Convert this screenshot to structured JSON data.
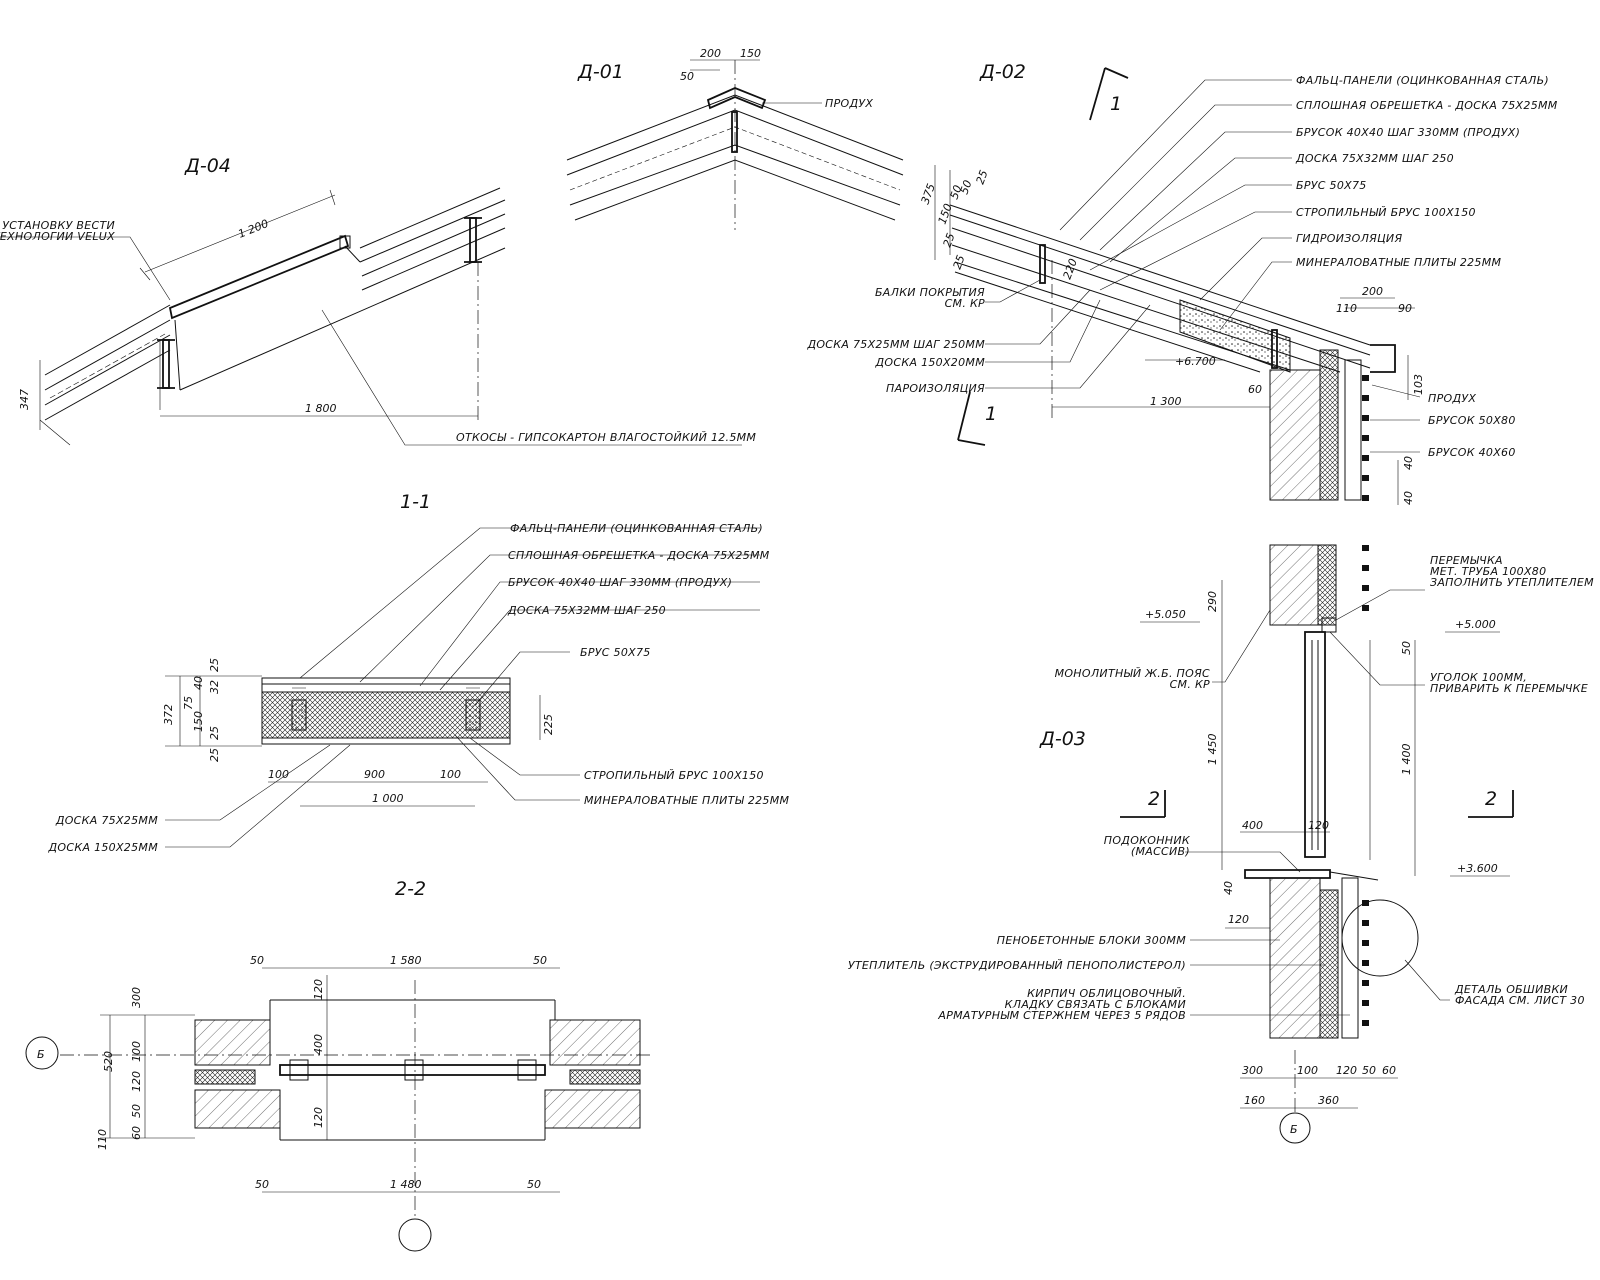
{
  "details": {
    "d01": {
      "title": "Д-01",
      "dims": [
        "200",
        "150",
        "50"
      ],
      "labels": {
        "produkh": "ПРОДУХ"
      }
    },
    "d02": {
      "title": "Д-02",
      "labels": [
        "ФАЛЬЦ-ПАНЕЛИ (ОЦИНКОВАННАЯ СТАЛЬ)",
        "СПЛОШНАЯ ОБРЕШЕТКА - ДОСКА 75X25ММ",
        "БРУСОК 40X40 ШАГ 330ММ (ПРОДУХ)",
        "ДОСКА 75X32ММ ШАГ 250",
        "БРУС 50X75",
        "СТРОПИЛЬНЫЙ БРУС 100X150",
        "ГИДРОИЗОЛЯЦИЯ",
        "МИНЕРАЛОВАТНЫЕ ПЛИТЫ 225ММ"
      ],
      "left_labels": {
        "beams_1": "БАЛКИ ПОКРЫТИЯ",
        "beams_2": "СМ. КР",
        "board_1": "ДОСКА 75X25ММ ШАГ 250ММ",
        "board_2": "ДОСКА 150X20ММ",
        "vapor": "ПАРОИЗОЛЯЦИЯ"
      },
      "right_labels": {
        "produkh": "ПРОДУХ",
        "brusok_50": "БРУСОК 50Х80",
        "brusok_40": "БРУСОК 40Х60"
      },
      "dims": {
        "d375": "375",
        "d150": "150",
        "d25a": "25",
        "d25b": "25",
        "d50a": "50",
        "d50b": "50",
        "d25c": "25",
        "d220": "220",
        "d200": "200",
        "d110": "110",
        "d90": "90",
        "d103": "103",
        "d1300": "1 300",
        "d60": "60",
        "d40a": "40",
        "d40b": "40"
      },
      "level": "+6.700",
      "cut_mark": "1"
    },
    "d03": {
      "title": "Д-03",
      "levels": [
        "+5.050",
        "+5.000",
        "+3.600"
      ],
      "labels": {
        "peremychka_1": "ПЕРЕМЫЧКА",
        "peremychka_2": "МЕТ. ТРУБА 100Х80",
        "peremychka_3": "ЗАПОЛНИТЬ УТЕПЛИТЕЛЕМ",
        "poyas_1": "МОНОЛИТНЫЙ Ж.Б. ПОЯС",
        "poyas_2": "СМ. КР",
        "ugolok_1": "УГОЛОК 100ММ,",
        "ugolok_2": "ПРИВАРИТЬ К ПЕРЕМЫЧКЕ",
        "podok_1": "ПОДОКОННИК",
        "podok_2": "(МАССИВ)",
        "blocks": "ПЕНОБЕТОННЫЕ БЛОКИ 300ММ",
        "insul": "УТЕПЛИТЕЛЬ (ЭКСТРУДИРОВАННЫЙ ПЕНОПОЛИСТЕРОЛ)",
        "brick_1": "КИРПИЧ ОБЛИЦОВОЧНЫЙ.",
        "brick_2": "КЛАДКУ СВЯЗАТЬ С БЛОКАМИ",
        "brick_3": "АРМАТУРНЫМ СТЕРЖНЕМ ЧЕРЕЗ 5 РЯДОВ",
        "detail_1": "ДЕТАЛЬ ОБШИВКИ",
        "detail_2": "ФАСАДА СМ. ЛИСТ 30"
      },
      "dims": {
        "d290": "290",
        "d1450": "1 450",
        "d1400": "1 400",
        "d50": "50",
        "d400": "400",
        "d120a": "120",
        "d40": "40",
        "d120b": "120",
        "d300": "300",
        "d100": "100",
        "d120c": "120",
        "d50b": "50",
        "d60": "60",
        "d160": "160",
        "d360": "360"
      },
      "cut_mark": "2",
      "axis": "Б"
    },
    "d04": {
      "title": "Д-04",
      "labels": {
        "velux_1": "УСТАНОВКУ ВЕСТИ",
        "velux_2": "ПО ТЕХНОЛОГИИ VELUX",
        "otkosy": "ОТКОСЫ - ГИПСОКАРТОН ВЛАГОСТОЙКИЙ 12.5ММ"
      },
      "dims": {
        "d1200": "1 200",
        "d1800": "1 800",
        "d347": "347"
      }
    },
    "s11": {
      "title": "1-1",
      "labels": [
        "ФАЛЬЦ-ПАНЕЛИ (ОЦИНКОВАННАЯ СТАЛЬ)",
        "СПЛОШНАЯ ОБРЕШЕТКА - ДОСКА 75X25ММ",
        "БРУСОК 40X40 ШАГ 330ММ (ПРОДУХ)",
        "ДОСКА 75X32ММ ШАГ 250",
        "БРУС 50X75"
      ],
      "bottom_labels": {
        "rafter": "СТРОПИЛЬНЫЙ БРУС 100X150",
        "mineral": "МИНЕРАЛОВАТНЫЕ ПЛИТЫ 225ММ"
      },
      "left_labels": {
        "board_a": "ДОСКА 75X25ММ",
        "board_b": "ДОСКА 150X25ММ"
      },
      "dims": {
        "d372": "372",
        "d25a": "25",
        "d40": "40",
        "d32": "32",
        "d75": "75",
        "d150": "150",
        "d25b": "25",
        "d25c": "25",
        "d225": "225",
        "d100a": "100",
        "d900": "900",
        "d100b": "100",
        "d1000": "1 000"
      }
    },
    "s22": {
      "title": "2-2",
      "dims": {
        "d50a": "50",
        "d1580": "1 580",
        "d50b": "50",
        "d120a": "120",
        "d400": "400",
        "d120b": "120",
        "d50c": "50",
        "d1480": "1 480",
        "d50d": "50",
        "d300": "300",
        "d520": "520",
        "d100": "100",
        "d120c": "120",
        "d50e": "50",
        "d60": "60",
        "d110": "110"
      },
      "axis": "Б"
    }
  }
}
